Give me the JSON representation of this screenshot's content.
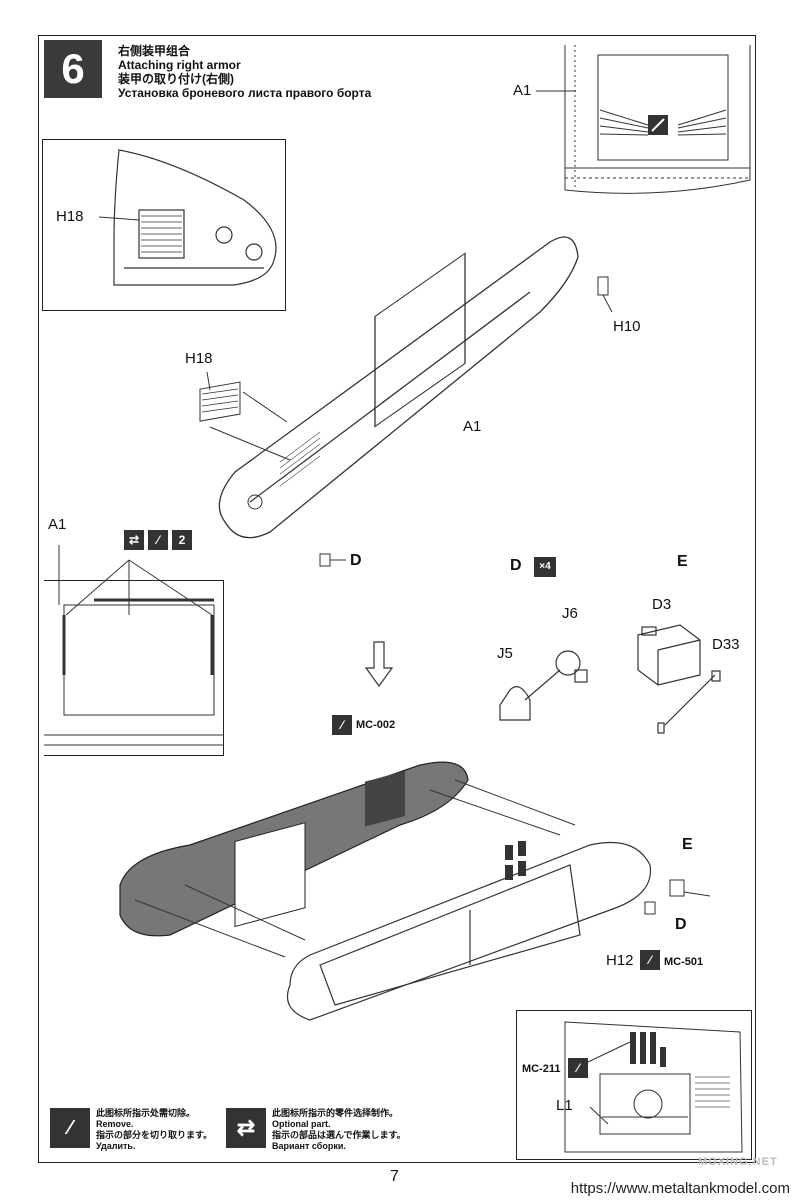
{
  "step": {
    "number": "6",
    "title_zh": "右侧装甲组合",
    "title_en": "Attaching right armor",
    "title_ja": "装甲の取り付け(右側)",
    "title_ru": "Установка броневого листа правого борта"
  },
  "callouts": {
    "a1_top": "A1",
    "h18_inset": "H18",
    "h10": "H10",
    "h18_main": "H18",
    "a1_main": "A1",
    "a1_left": "A1",
    "d_main": "D",
    "d_sub": "D",
    "x4": "×4",
    "e_sub": "E",
    "j6": "J6",
    "j5": "J5",
    "d3": "D3",
    "d33": "D33",
    "mc002": "MC-002",
    "e_hull": "E",
    "d_hull": "D",
    "h12": "H12",
    "mc501": "MC-501",
    "mc211": "MC-211",
    "l1": "L1",
    "count2": "2"
  },
  "legend": {
    "cut": {
      "zh": "此图标所指示处需切除。",
      "en": "Remove.",
      "ja": "指示の部分を切り取ります。",
      "ru": "Удалить."
    },
    "optional": {
      "zh": "此图标所指示的零件选择制作。",
      "en": "Optional part.",
      "ja": "指示の部品は選んで作業します。",
      "ru": "Вариант сборки."
    }
  },
  "footer": {
    "page": "7",
    "url": "https://www.metaltankmodel.com",
    "watermark": "MOXING.NET"
  }
}
